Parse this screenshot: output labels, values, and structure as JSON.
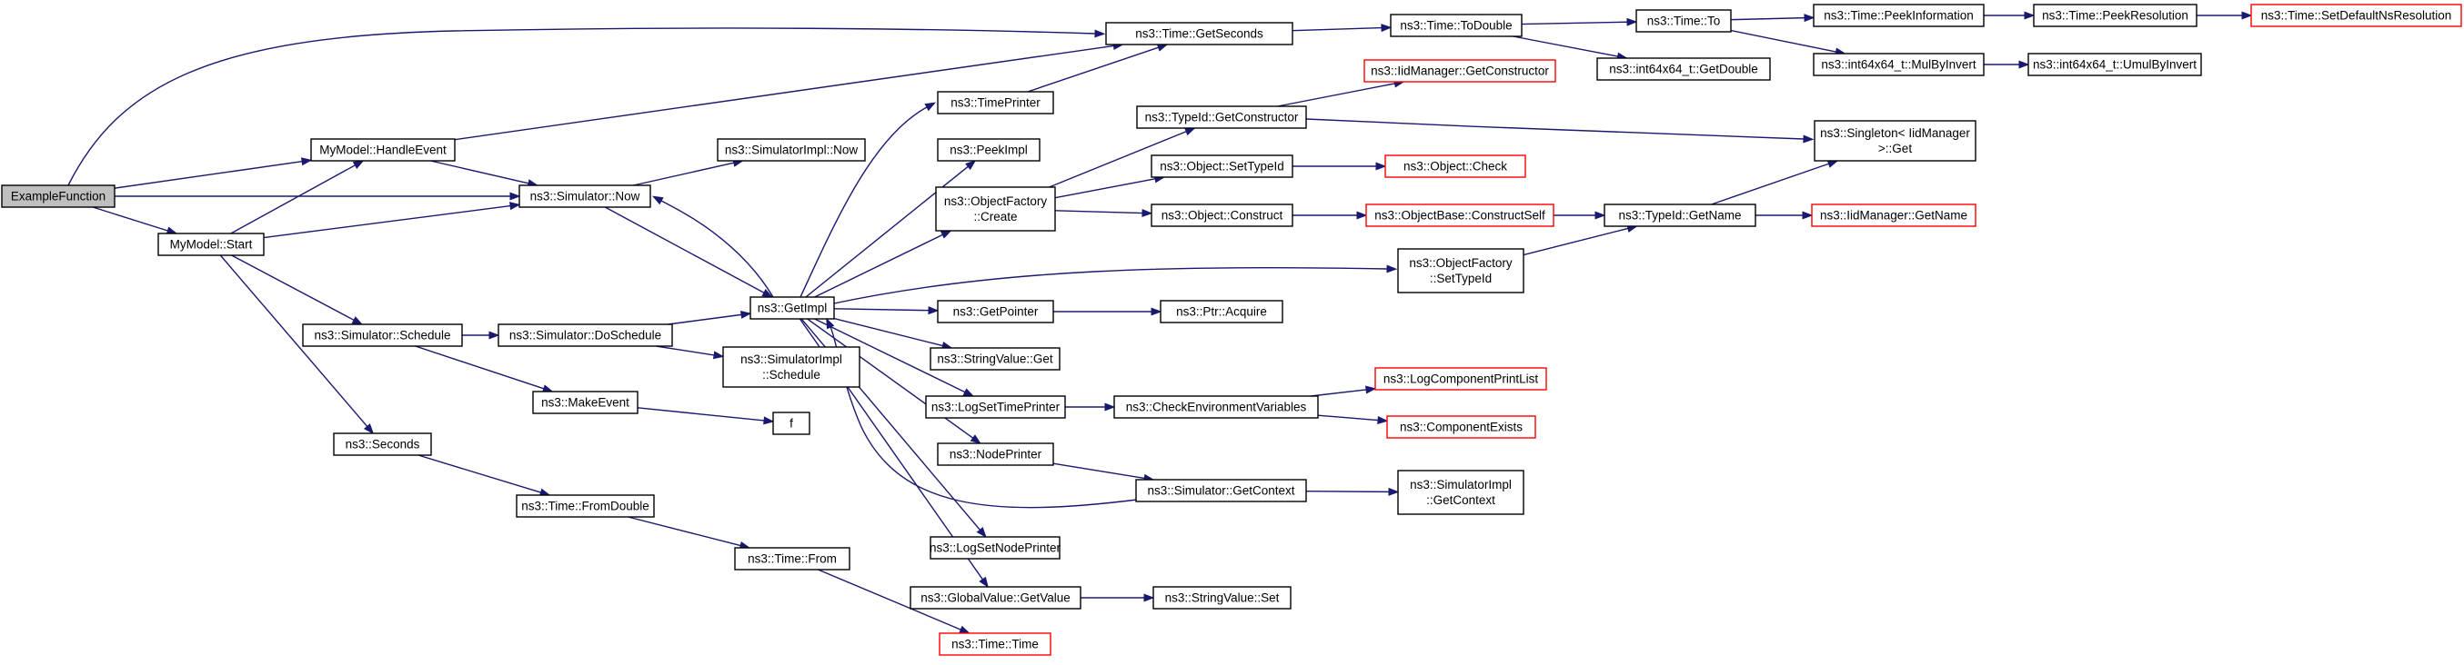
{
  "graph": {
    "colors": {
      "edge": "#191970",
      "normal_border": "#000000",
      "truncated_border": "#ff0000",
      "root_fill": "#bfbfbf",
      "fill": "#ffffff"
    },
    "nodes": {
      "example": {
        "lines": [
          "ExampleFunction"
        ],
        "style": "root"
      },
      "handle_event": {
        "lines": [
          "MyModel::HandleEvent"
        ],
        "style": "normal"
      },
      "start": {
        "lines": [
          "MyModel::Start"
        ],
        "style": "normal"
      },
      "now": {
        "lines": [
          "ns3::Simulator::Now"
        ],
        "style": "normal"
      },
      "impl_now": {
        "lines": [
          "ns3::SimulatorImpl::Now"
        ],
        "style": "normal"
      },
      "get_seconds": {
        "lines": [
          "ns3::Time::GetSeconds"
        ],
        "style": "normal"
      },
      "to_double": {
        "lines": [
          "ns3::Time::ToDouble"
        ],
        "style": "normal"
      },
      "time_to": {
        "lines": [
          "ns3::Time::To"
        ],
        "style": "normal"
      },
      "peek_info": {
        "lines": [
          "ns3::Time::PeekInformation"
        ],
        "style": "normal"
      },
      "peek_res": {
        "lines": [
          "ns3::Time::PeekResolution"
        ],
        "style": "normal"
      },
      "set_default": {
        "lines": [
          "ns3::Time::SetDefaultNsResolution"
        ],
        "style": "truncated"
      },
      "get_double": {
        "lines": [
          "ns3::int64x64_t::GetDouble"
        ],
        "style": "normal"
      },
      "mul_by_invert": {
        "lines": [
          "ns3::int64x64_t::MulByInvert"
        ],
        "style": "normal"
      },
      "umul_by_invert": {
        "lines": [
          "ns3::int64x64_t::UmulByInvert"
        ],
        "style": "normal"
      },
      "time_printer": {
        "lines": [
          "ns3::TimePrinter"
        ],
        "style": "normal"
      },
      "peek_impl": {
        "lines": [
          "ns3::PeekImpl"
        ],
        "style": "normal"
      },
      "obj_factory_create": {
        "lines": [
          "ns3::ObjectFactory",
          "::Create"
        ],
        "style": "normal"
      },
      "get_impl": {
        "lines": [
          "ns3::GetImpl"
        ],
        "style": "normal"
      },
      "typeid_get_ctor": {
        "lines": [
          "ns3::TypeId::GetConstructor"
        ],
        "style": "normal"
      },
      "iid_get_ctor": {
        "lines": [
          "ns3::IidManager::GetConstructor"
        ],
        "style": "truncated"
      },
      "obj_set_typeid": {
        "lines": [
          "ns3::Object::SetTypeId"
        ],
        "style": "normal"
      },
      "obj_check": {
        "lines": [
          "ns3::Object::Check"
        ],
        "style": "truncated"
      },
      "obj_construct": {
        "lines": [
          "ns3::Object::Construct"
        ],
        "style": "normal"
      },
      "construct_self": {
        "lines": [
          "ns3::ObjectBase::ConstructSelf"
        ],
        "style": "truncated"
      },
      "typeid_get_name": {
        "lines": [
          "ns3::TypeId::GetName"
        ],
        "style": "normal"
      },
      "iid_get_name": {
        "lines": [
          "ns3::IidManager::GetName"
        ],
        "style": "truncated"
      },
      "singleton_get": {
        "lines": [
          "ns3::Singleton< IidManager",
          " >::Get"
        ],
        "style": "normal"
      },
      "of_set_typeid": {
        "lines": [
          "ns3::ObjectFactory",
          "::SetTypeId"
        ],
        "style": "normal"
      },
      "get_pointer": {
        "lines": [
          "ns3::GetPointer"
        ],
        "style": "normal"
      },
      "ptr_acquire": {
        "lines": [
          "ns3::Ptr::Acquire"
        ],
        "style": "normal"
      },
      "string_value_get": {
        "lines": [
          "ns3::StringValue::Get"
        ],
        "style": "normal"
      },
      "log_set_time_printer": {
        "lines": [
          "ns3::LogSetTimePrinter"
        ],
        "style": "normal"
      },
      "check_env": {
        "lines": [
          "ns3::CheckEnvironmentVariables"
        ],
        "style": "normal"
      },
      "log_print_list": {
        "lines": [
          "ns3::LogComponentPrintList"
        ],
        "style": "truncated"
      },
      "component_exists": {
        "lines": [
          "ns3::ComponentExists"
        ],
        "style": "truncated"
      },
      "node_printer": {
        "lines": [
          "ns3::NodePrinter"
        ],
        "style": "normal"
      },
      "sim_get_context": {
        "lines": [
          "ns3::Simulator::GetContext"
        ],
        "style": "normal"
      },
      "impl_get_context": {
        "lines": [
          "ns3::SimulatorImpl",
          "::GetContext"
        ],
        "style": "normal"
      },
      "log_set_node_printer": {
        "lines": [
          "ns3::LogSetNodePrinter"
        ],
        "style": "normal"
      },
      "global_get_value": {
        "lines": [
          "ns3::GlobalValue::GetValue"
        ],
        "style": "normal"
      },
      "string_value_set": {
        "lines": [
          "ns3::StringValue::Set"
        ],
        "style": "normal"
      },
      "time_time": {
        "lines": [
          "ns3::Time::Time"
        ],
        "style": "truncated"
      },
      "sim_schedule": {
        "lines": [
          "ns3::Simulator::Schedule"
        ],
        "style": "normal"
      },
      "do_schedule": {
        "lines": [
          "ns3::Simulator::DoSchedule"
        ],
        "style": "normal"
      },
      "impl_schedule": {
        "lines": [
          "ns3::SimulatorImpl",
          "::Schedule"
        ],
        "style": "normal"
      },
      "make_event": {
        "lines": [
          "ns3::MakeEvent"
        ],
        "style": "normal"
      },
      "f": {
        "lines": [
          "f"
        ],
        "style": "normal"
      },
      "seconds": {
        "lines": [
          "ns3::Seconds"
        ],
        "style": "normal"
      },
      "from_double": {
        "lines": [
          "ns3::Time::FromDouble"
        ],
        "style": "normal"
      },
      "time_from": {
        "lines": [
          "ns3::Time::From"
        ],
        "style": "normal"
      }
    },
    "edges": [
      [
        "example",
        "get_seconds"
      ],
      [
        "example",
        "handle_event"
      ],
      [
        "example",
        "now"
      ],
      [
        "example",
        "start"
      ],
      [
        "handle_event",
        "get_seconds"
      ],
      [
        "handle_event",
        "now"
      ],
      [
        "start",
        "handle_event"
      ],
      [
        "start",
        "now"
      ],
      [
        "start",
        "sim_schedule"
      ],
      [
        "start",
        "seconds"
      ],
      [
        "now",
        "impl_now"
      ],
      [
        "now",
        "get_impl"
      ],
      [
        "get_impl",
        "now"
      ],
      [
        "get_seconds",
        "to_double"
      ],
      [
        "to_double",
        "time_to"
      ],
      [
        "to_double",
        "get_double"
      ],
      [
        "time_to",
        "peek_info"
      ],
      [
        "time_to",
        "mul_by_invert"
      ],
      [
        "peek_info",
        "peek_res"
      ],
      [
        "peek_res",
        "set_default"
      ],
      [
        "mul_by_invert",
        "umul_by_invert"
      ],
      [
        "time_printer",
        "get_seconds"
      ],
      [
        "get_impl",
        "time_printer"
      ],
      [
        "get_impl",
        "peek_impl"
      ],
      [
        "get_impl",
        "obj_factory_create"
      ],
      [
        "get_impl",
        "of_set_typeid"
      ],
      [
        "get_impl",
        "get_pointer"
      ],
      [
        "get_impl",
        "string_value_get"
      ],
      [
        "get_impl",
        "log_set_time_printer"
      ],
      [
        "get_impl",
        "node_printer"
      ],
      [
        "get_impl",
        "log_set_node_printer"
      ],
      [
        "get_impl",
        "global_get_value"
      ],
      [
        "sim_get_context",
        "get_impl"
      ],
      [
        "obj_factory_create",
        "typeid_get_ctor"
      ],
      [
        "obj_factory_create",
        "obj_set_typeid"
      ],
      [
        "obj_factory_create",
        "obj_construct"
      ],
      [
        "typeid_get_ctor",
        "iid_get_ctor"
      ],
      [
        "typeid_get_ctor",
        "singleton_get"
      ],
      [
        "obj_set_typeid",
        "obj_check"
      ],
      [
        "obj_construct",
        "construct_self"
      ],
      [
        "construct_self",
        "typeid_get_name"
      ],
      [
        "of_set_typeid",
        "typeid_get_name"
      ],
      [
        "typeid_get_name",
        "singleton_get"
      ],
      [
        "typeid_get_name",
        "iid_get_name"
      ],
      [
        "get_pointer",
        "ptr_acquire"
      ],
      [
        "log_set_time_printer",
        "check_env"
      ],
      [
        "check_env",
        "log_print_list"
      ],
      [
        "check_env",
        "component_exists"
      ],
      [
        "node_printer",
        "sim_get_context"
      ],
      [
        "sim_get_context",
        "impl_get_context"
      ],
      [
        "global_get_value",
        "string_value_set"
      ],
      [
        "sim_schedule",
        "do_schedule"
      ],
      [
        "sim_schedule",
        "make_event"
      ],
      [
        "do_schedule",
        "get_impl"
      ],
      [
        "do_schedule",
        "impl_schedule"
      ],
      [
        "make_event",
        "f"
      ],
      [
        "seconds",
        "from_double"
      ],
      [
        "from_double",
        "time_from"
      ],
      [
        "time_from",
        "time_time"
      ]
    ]
  }
}
